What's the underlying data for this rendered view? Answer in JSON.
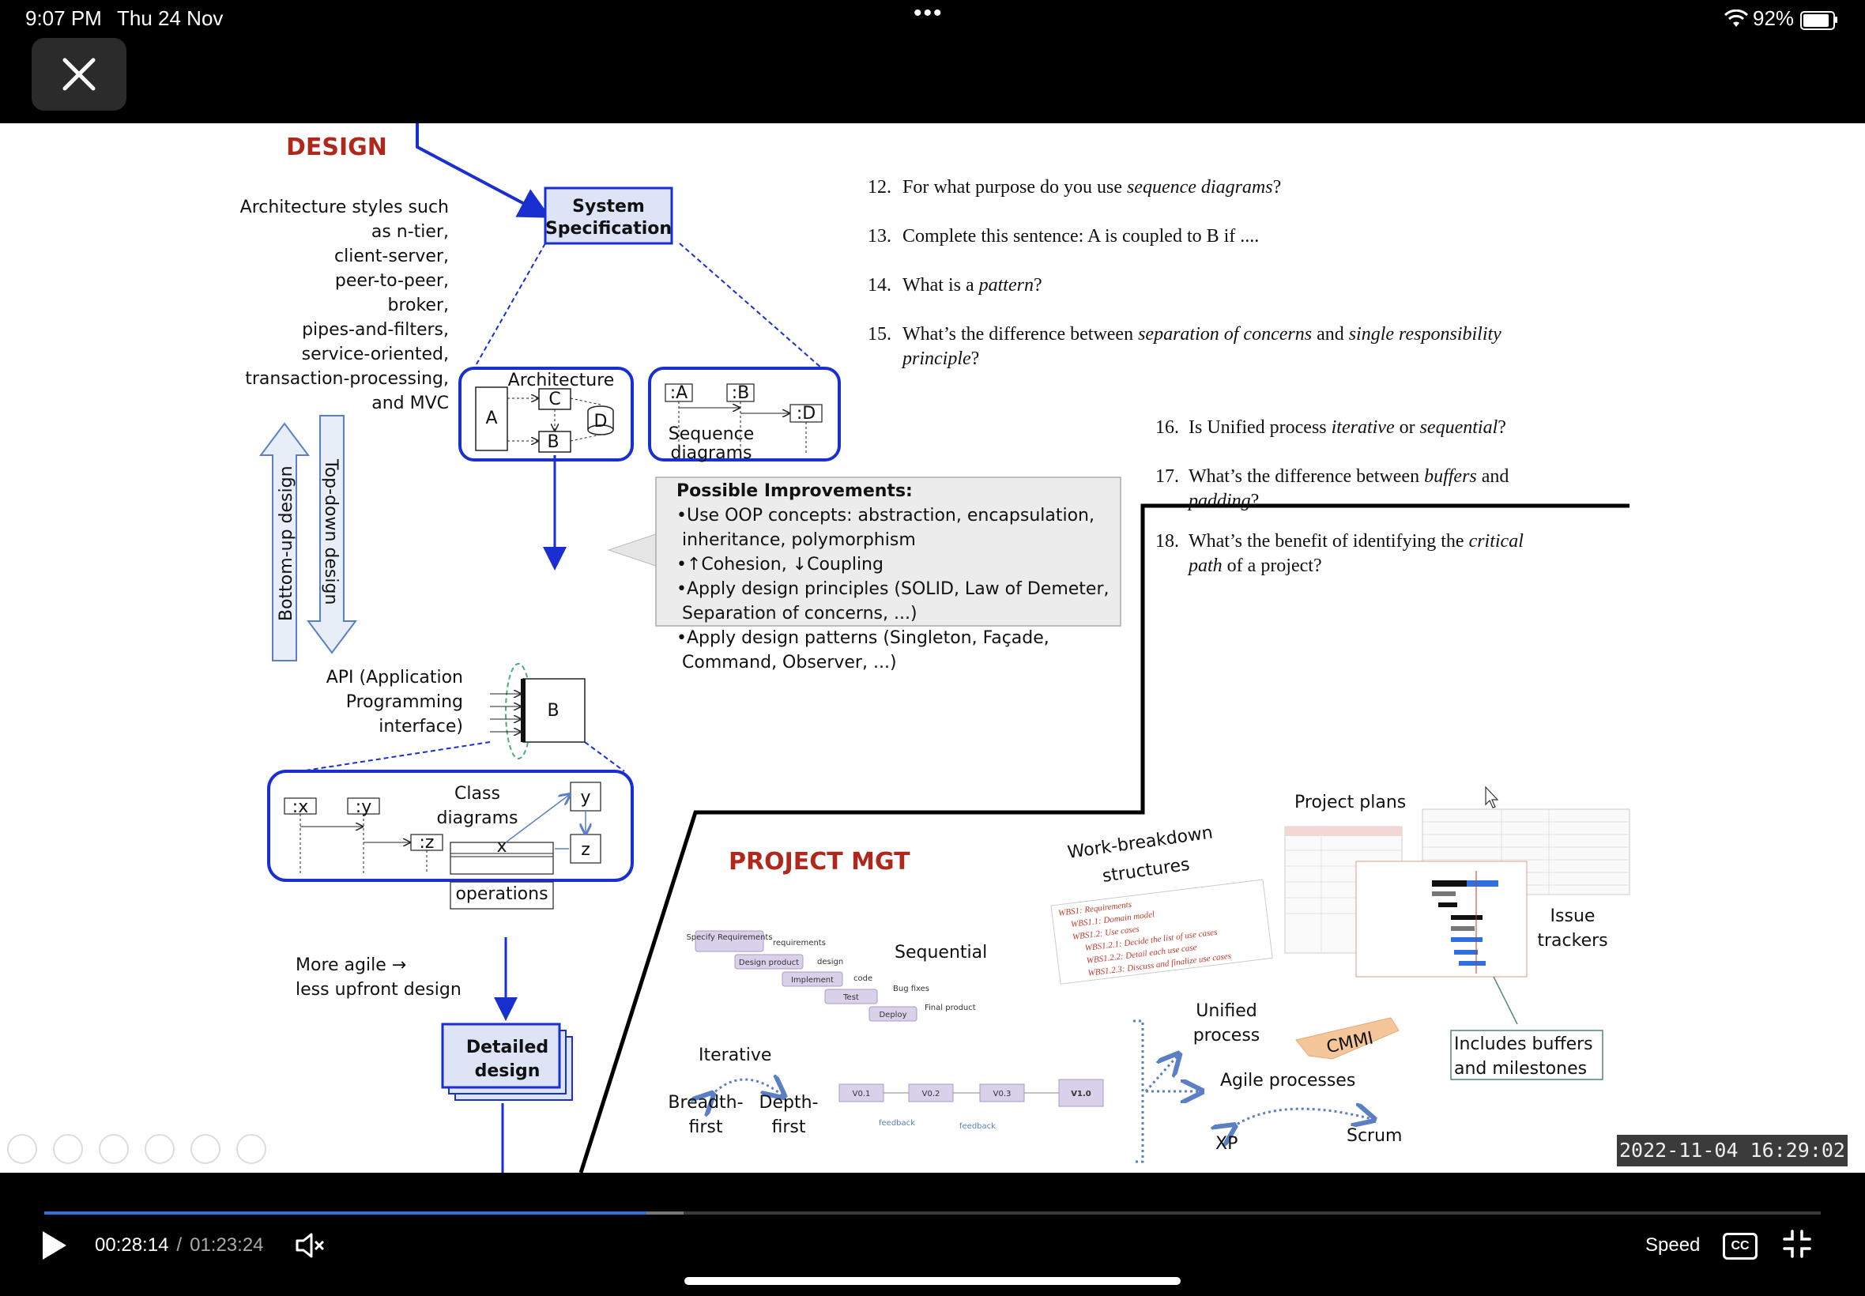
{
  "status": {
    "time": "9:07 PM",
    "date": "Thu 24 Nov",
    "dots": "•••",
    "battery": "92%"
  },
  "slide": {
    "design_heading": "DESIGN",
    "system_spec": [
      "System",
      "Specification"
    ],
    "arch_styles": [
      "Architecture styles such",
      "as n-tier,",
      "client-server,",
      "peer-to-peer,",
      "broker,",
      "pipes-and-filters,",
      "service-oriented,",
      "transaction-processing,",
      "and MVC"
    ],
    "bottom_up": "Bottom-up design",
    "top_down": "Top-down design",
    "architecture": "Architecture",
    "arch_nodes": {
      "a": "A",
      "c": "C",
      "d": "D",
      "b": "B"
    },
    "seq_nodes": {
      "a": ":A",
      "b": ":B",
      "d": ":D"
    },
    "seq_label": [
      "Sequence",
      "diagrams"
    ],
    "improvements_title": "Possible Improvements:",
    "improvements": [
      "•Use OOP concepts: abstraction, encapsulation,",
      " inheritance, polymorphism",
      "•↑Cohesion, ↓Coupling",
      "•Apply design principles (SOLID, Law of Demeter,",
      " Separation of concerns, ...)",
      "•Apply design patterns (Singleton, Façade,",
      " Command, Observer, ...)"
    ],
    "api_label": [
      "API (Application",
      "Programming",
      "interface)"
    ],
    "api_box": "B",
    "class_nodes": {
      "x": ":x",
      "y": ":y",
      "z": ":z",
      "y2": "y",
      "z2": "z",
      "cx": "x",
      "ops": "operations"
    },
    "class_label": [
      "Class",
      "diagrams"
    ],
    "agile_note": [
      "More agile →",
      "less upfront design"
    ],
    "detailed_design": [
      "Detailed",
      "design"
    ],
    "questions": [
      {
        "num": "12.",
        "parts": [
          [
            "For what purpose do you use ",
            false
          ],
          [
            "sequence diagrams",
            true
          ],
          [
            "?",
            false
          ]
        ]
      },
      {
        "num": "13.",
        "parts": [
          [
            "Complete this sentence: A is coupled to B if ....",
            false
          ]
        ]
      },
      {
        "num": "14.",
        "parts": [
          [
            "What is a ",
            false
          ],
          [
            "pattern",
            true
          ],
          [
            "?",
            false
          ]
        ]
      },
      {
        "num": "15.",
        "parts": [
          [
            "What’s the difference between ",
            false
          ],
          [
            "separation of concerns",
            true
          ],
          [
            " and ",
            false
          ],
          [
            "single responsibility",
            true
          ]
        ],
        "line2": [
          [
            "principle",
            true
          ],
          [
            "?",
            false
          ]
        ]
      },
      {
        "num": "16.",
        "parts": [
          [
            "Is Unified process ",
            false
          ],
          [
            "iterative",
            true
          ],
          [
            " or ",
            false
          ],
          [
            "sequential",
            true
          ],
          [
            "?",
            false
          ]
        ]
      },
      {
        "num": "17.",
        "parts": [
          [
            "What’s the difference between ",
            false
          ],
          [
            "buffers",
            true
          ],
          [
            " and",
            false
          ]
        ],
        "line2": [
          [
            "padding",
            true
          ],
          [
            "?",
            false
          ]
        ]
      },
      {
        "num": "18.",
        "parts": [
          [
            "What’s the benefit of identifying the ",
            false
          ],
          [
            "critical",
            true
          ]
        ],
        "line2": [
          [
            "path",
            true
          ],
          [
            " of a project?",
            false
          ]
        ]
      }
    ],
    "project_heading": "PROJECT MGT",
    "waterfall_steps": [
      "Specify Requirements",
      "Design product",
      "Implement",
      "Test",
      "Deploy"
    ],
    "waterfall_outputs": [
      "requirements",
      "design",
      "code",
      "Bug fixes",
      "Final product"
    ],
    "sequential": "Sequential",
    "iterative": "Iterative",
    "breadth_first": [
      "Breadth-",
      "first"
    ],
    "depth_first": [
      "Depth-",
      "first"
    ],
    "versions": [
      "V0.1",
      "V0.2",
      "V0.3",
      "V1.0"
    ],
    "feedback": "feedback",
    "wbs_title": [
      "Work-breakdown",
      "structures"
    ],
    "wbs_lines": [
      "WBS1: Requirements",
      "WBS1.1: Domain model",
      "WBS1.2: Use cases",
      "WBS1.2.1: Decide the list of use cases",
      "WBS1.2.2: Detail each use case",
      "WBS1.2.3: Discuss and finalize use cases"
    ],
    "project_plans": "Project plans",
    "issue_trackers": [
      "Issue",
      "trackers"
    ],
    "unified_process": [
      "Unified",
      "process"
    ],
    "cmmi": "CMMI",
    "agile_processes": "Agile processes",
    "xp": "XP",
    "scrum": "Scrum",
    "buffers_note": [
      "Includes buffers",
      "and milestones"
    ]
  },
  "timestamp": "2022-11-04 16:29:02",
  "player": {
    "current": "00:28:14",
    "separator": "/",
    "total": "01:23:24",
    "speed": "Speed",
    "cc": "CC",
    "progress_fraction": 0.339,
    "buffered_fraction": 0.36
  }
}
